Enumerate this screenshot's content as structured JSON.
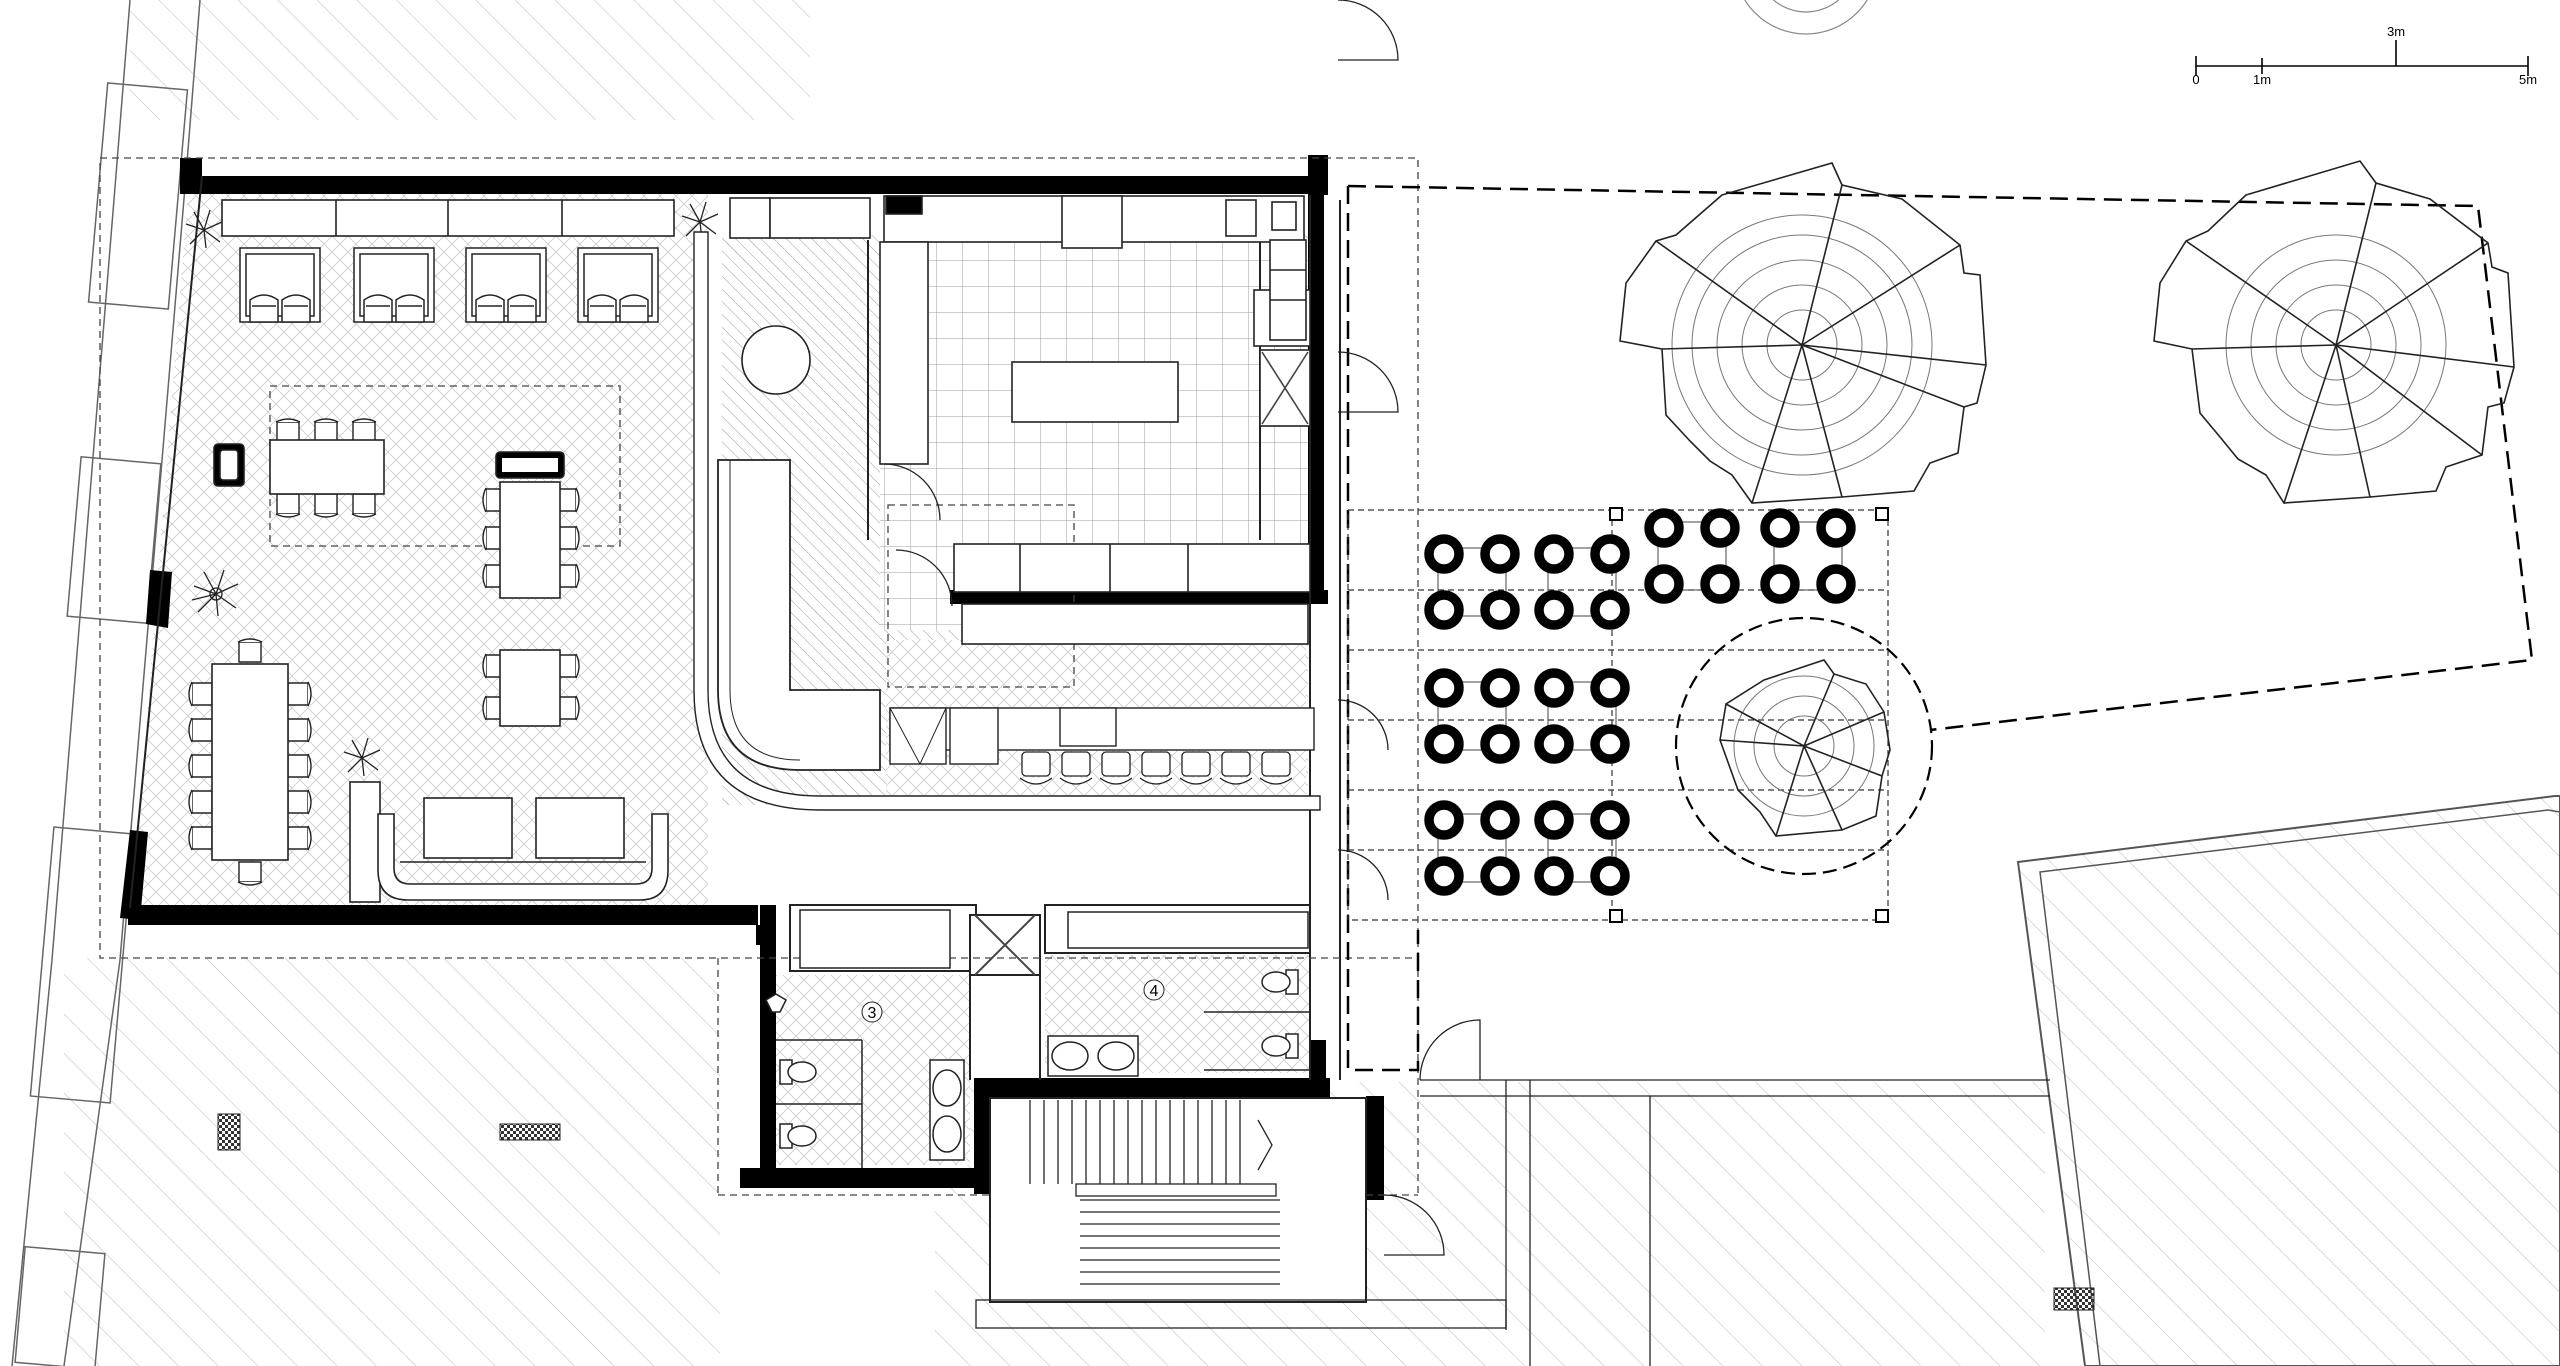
{
  "scale_bar": {
    "labels": [
      "0",
      "1m",
      "3m",
      "5m"
    ]
  },
  "room_numbers": [
    "3",
    "4"
  ],
  "colors": {
    "wall": "#000000",
    "line": "#333333",
    "hatch": "#bbbbbb",
    "paper": "#ffffff"
  },
  "icons": [
    "plant-icon",
    "umbrella-icon",
    "door-swing-icon",
    "toilet-icon",
    "sink-icon",
    "chair-icon",
    "table-icon"
  ]
}
